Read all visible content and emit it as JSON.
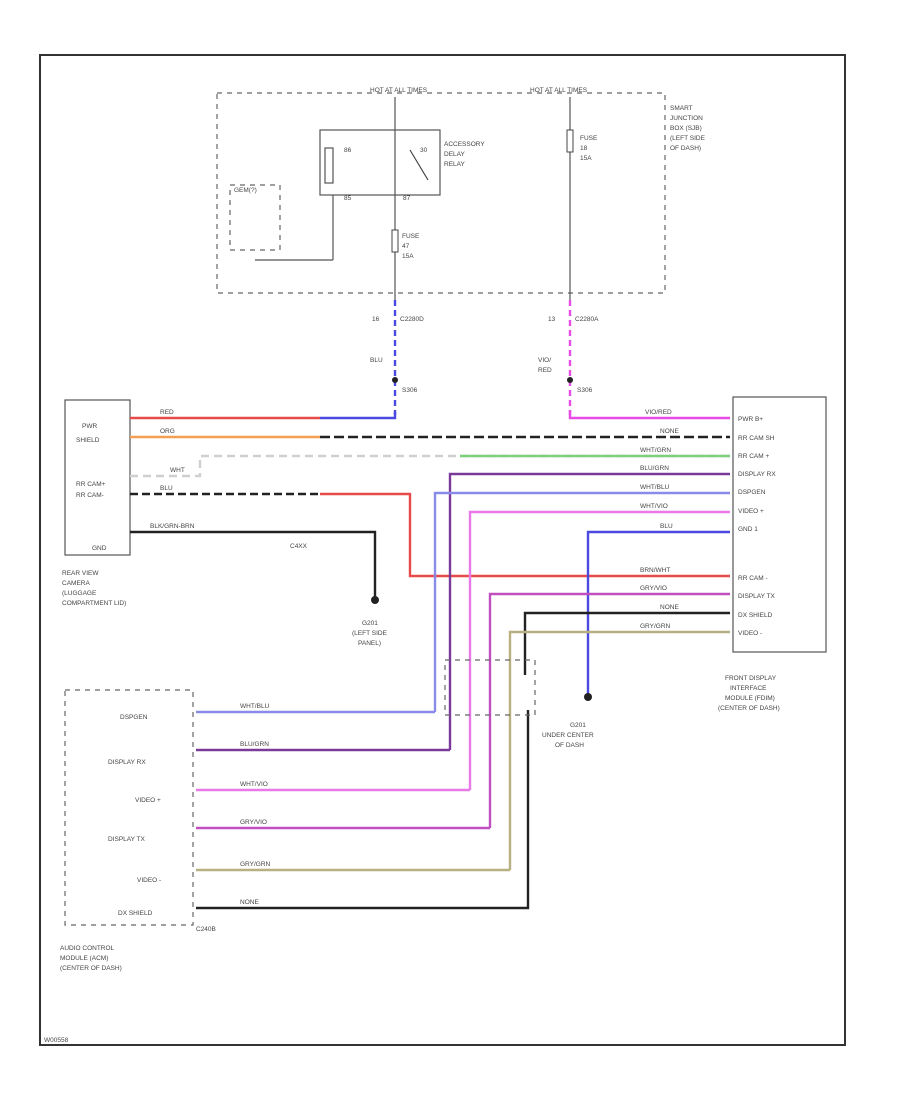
{
  "figure_code": "W00558",
  "jbox": {
    "hot_at_accessory": "HOT AT ALL TIMES",
    "hot_at_all_times": "HOT AT ALL TIMES",
    "title": [
      "SMART",
      "JUNCTION",
      "BOX (SJB)",
      "(LEFT SIDE",
      "OF DASH)"
    ],
    "relay": [
      "ACCESSORY",
      "DELAY",
      "RELAY"
    ],
    "relay_pins": [
      "86",
      "30",
      "85",
      "87"
    ],
    "fuse_left": [
      "FUSE",
      "47",
      "15A"
    ],
    "fuse_right": [
      "FUSE",
      "18",
      "15A"
    ],
    "gem": "GEM(?)"
  },
  "splices": {
    "c2280d": "C2280D",
    "c2280a": "C2280A",
    "s306_left": "S306",
    "s306_right": "S306",
    "pin_left": "16",
    "pin_right": "13",
    "blu": "BLU",
    "vio_red": [
      "VIO/",
      "RED"
    ]
  },
  "camera": {
    "pins": [
      "PWR",
      "SHIELD",
      "",
      "RR CAM+",
      "RR CAM-",
      "",
      "GND"
    ],
    "name": [
      "REAR VIEW",
      "CAMERA",
      "(LUGGAGE",
      "COMPARTMENT LID)"
    ]
  },
  "ground_g201_left": [
    "G201",
    "(LEFT SIDE",
    "PANEL)"
  ],
  "ground_g201_center": [
    "G201",
    "UNDER CENTER",
    "OF DASH"
  ],
  "c4xx": "C4XX",
  "fdim": {
    "pins": [
      "PWR B+",
      "RR CAM SH",
      "RR CAM +",
      "DISPLAY RX",
      "DSPGEN",
      "VIDEO +",
      "GND 1",
      "",
      "RR CAM -",
      "DISPLAY TX",
      "DX SHIELD",
      "VIDEO -"
    ],
    "name": [
      "FRONT DISPLAY",
      "INTERFACE",
      "MODULE (FDIM)",
      "(CENTER OF DASH)"
    ]
  },
  "acm": {
    "pins": [
      "DSPGEN",
      "DISPLAY RX",
      "VIDEO +",
      "DISPLAY TX",
      "VIDEO -",
      "DX SHIELD"
    ],
    "connector": "C240B",
    "name": [
      "AUDIO CONTROL",
      "MODULE (ACM)",
      "(CENTER OF DASH)"
    ]
  },
  "wire_labels": {
    "cam_red": "RED",
    "cam_org": "ORG",
    "cam_wht": "WHT",
    "cam_blu": "BLU",
    "cam_gnd": "BLK/GRN-BRN",
    "fd_pwr": "VIO/RED",
    "fd_sh": "NONE",
    "fd_cam": "WHT/GRN",
    "fd_rx": "BLU/GRN",
    "fd_dsp": "WHT/BLU",
    "fd_vid": "WHT/VIO",
    "fd_gnd": "BLU",
    "fd_cam_minus": "BRN/WHT",
    "fd_tx": "GRY/VIO",
    "fd_dxsh": "NONE",
    "fd_vidm": "GRY/GRN",
    "acm_dsp": "WHT/BLU",
    "acm_rx": "BLU/GRN",
    "acm_vid": "WHT/VIO",
    "acm_tx": "GRY/VIO",
    "acm_vidm": "GRY/GRN",
    "acm_dxsh": "NONE"
  }
}
